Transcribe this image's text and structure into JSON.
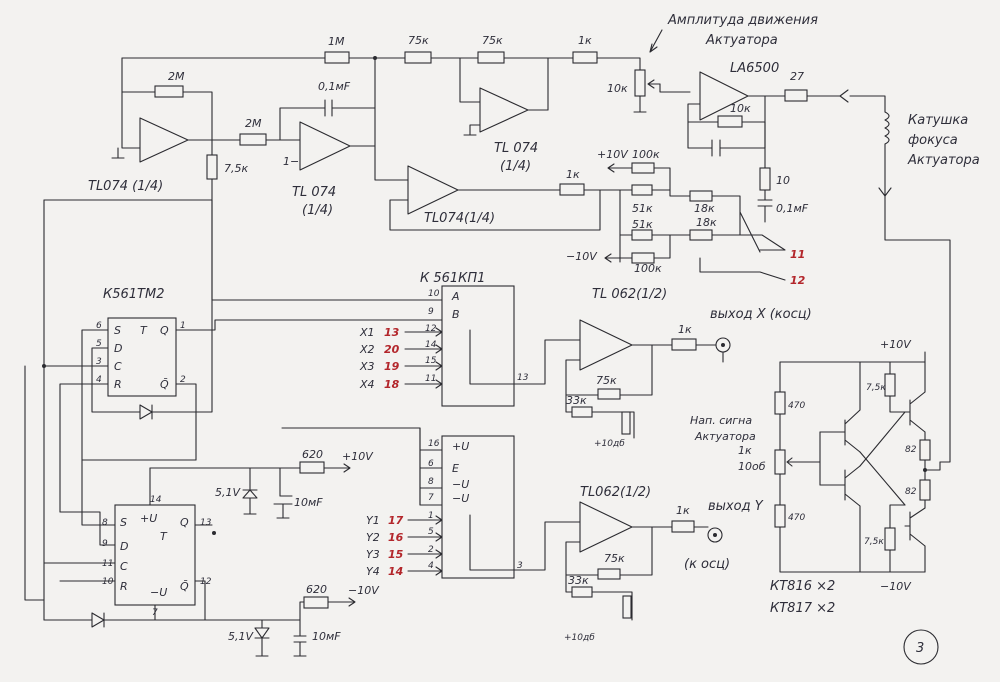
{
  "labels": {
    "r_2m_top": "2M",
    "r_2m_mid": "2M",
    "r_1m": "1M",
    "r_75k_a": "75к",
    "r_75k_b": "75к",
    "r_1k_top": "1к",
    "r_7_5k": "7,5к",
    "cap_01": "0,1мF",
    "op1": "TL074 (1/4)",
    "op2": "TL 074",
    "op2b": "(1/4)",
    "op3": "TL 074",
    "op3b": "(1/4)",
    "op4": "TL074(1/4)",
    "amp_title": "Амплитуда движения",
    "amp_title2": "Актуатора",
    "la6500": "LA6500",
    "pot_10k": "10к",
    "r_27": "27",
    "r_10k_fb": "10к",
    "coil1": "Катушка",
    "coil2": "фокуса",
    "coil3": "Актуатора",
    "r_10": "10",
    "cap_01_b": "0,1мF",
    "plus10v": "+10V",
    "r_100k_a": "100к",
    "r_1k_mid": "1к",
    "r_51k_a": "51к",
    "r_51k_b": "51к",
    "r_18k_a": "18к",
    "r_18k_b": "18к",
    "minus10v": "−10V",
    "r_100k_b": "100к",
    "pin11": "11",
    "pin12": "12",
    "tl062a": "TL 062(1/2)",
    "k561kp1": "К 561КП1",
    "k561tm2": "К561ТМ2",
    "out_x": "выход X (косц)",
    "out_y": "выход Y",
    "out_y2": "(к осц)",
    "r_1k_x": "1к",
    "r_1k_y": "1к",
    "r_75k_x": "75к",
    "r_33k_x": "33к",
    "adj_x": "+10дб",
    "r_75k_y": "75к",
    "r_33k_y": "33к",
    "adj_y": "+10дб",
    "tl062b": "TL062(1/2)",
    "x1": "X1",
    "x2": "X2",
    "x3": "X3",
    "x4": "X4",
    "x1n": "13",
    "x2n": "20",
    "x3n": "19",
    "x4n": "18",
    "y1": "Y1",
    "y2": "Y2",
    "y3": "Y3",
    "y4": "Y4",
    "y1n": "17",
    "y2n": "16",
    "y3n": "15",
    "y4n": "14",
    "r_620_a": "620",
    "r_620_b": "620",
    "v_plus10": "+10V",
    "v_minus10": "−10V",
    "zener_a": "5,1V",
    "zener_b": "5,1V",
    "cap_10_a": "10мF",
    "cap_10_b": "10мF",
    "tr_plus10": "+10V",
    "tr_minus10": "−10V",
    "tr_470a": "470",
    "tr_470b": "470",
    "tr_7_5k_a": "7,5к",
    "tr_7_5k_b": "7,5к",
    "tr_82a": "82",
    "tr_82b": "82",
    "sig1": "Нап. сигна",
    "sig2": "Актуатора",
    "tr_1k": "1к",
    "tr_10ob": "10об",
    "kt816": "КТ816 ×2",
    "kt817": "КТ817 ×2",
    "page": "3",
    "ff_top": [
      "S",
      "T",
      "Q",
      "D",
      "C",
      "R",
      "Q̄"
    ],
    "pins_ff_top": [
      "6",
      "5",
      "3",
      "4",
      "1",
      "2"
    ],
    "pins_ff_bot": [
      "8",
      "9",
      "11",
      "10",
      "14",
      "13",
      "12",
      "7"
    ],
    "pins_mux": [
      "10",
      "9",
      "12",
      "14",
      "15",
      "11",
      "13",
      "16",
      "6",
      "8",
      "7",
      "1",
      "5",
      "2",
      "4",
      "3"
    ],
    "mux_top_ab": [
      "A",
      "B"
    ],
    "mux_pwr": [
      "+U",
      "E",
      "−U",
      "−U"
    ],
    "ff_bot_pwr": [
      "+U",
      "−U"
    ]
  },
  "colors": {
    "ink": "#2b2b30",
    "red_ink": "#b3262b",
    "paper": "#f3f2f0"
  }
}
